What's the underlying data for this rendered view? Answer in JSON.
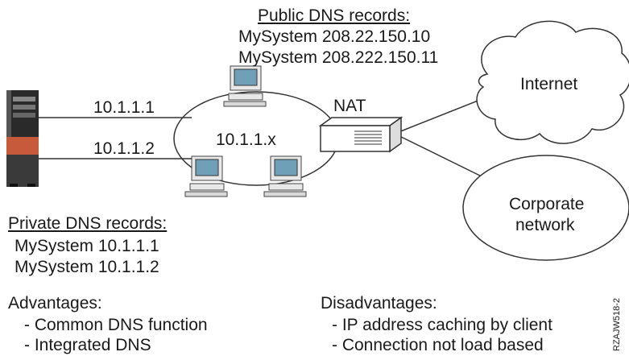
{
  "public_dns": {
    "heading": "Public DNS records:",
    "records": [
      "MySystem  208.22.150.10",
      "MySystem  208.222.150.11"
    ]
  },
  "private_dns": {
    "heading": "Private DNS records:",
    "records": [
      "MySystem  10.1.1.1",
      "MySystem  10.1.1.2"
    ]
  },
  "links": {
    "ip1": "10.1.1.1",
    "ip2": "10.1.1.2",
    "subnet": "10.1.1.x"
  },
  "nat": {
    "label": "NAT"
  },
  "clouds": {
    "internet": "Internet",
    "corporate_line1": "Corporate",
    "corporate_line2": "network"
  },
  "advantages": {
    "heading": "Advantages:",
    "items": [
      "- Common DNS function",
      "- Integrated DNS"
    ]
  },
  "disadvantages": {
    "heading": "Disadvantages:",
    "items": [
      "- IP address caching by client",
      "- Connection not load based"
    ]
  },
  "figure_id": "RZAJW518-2"
}
